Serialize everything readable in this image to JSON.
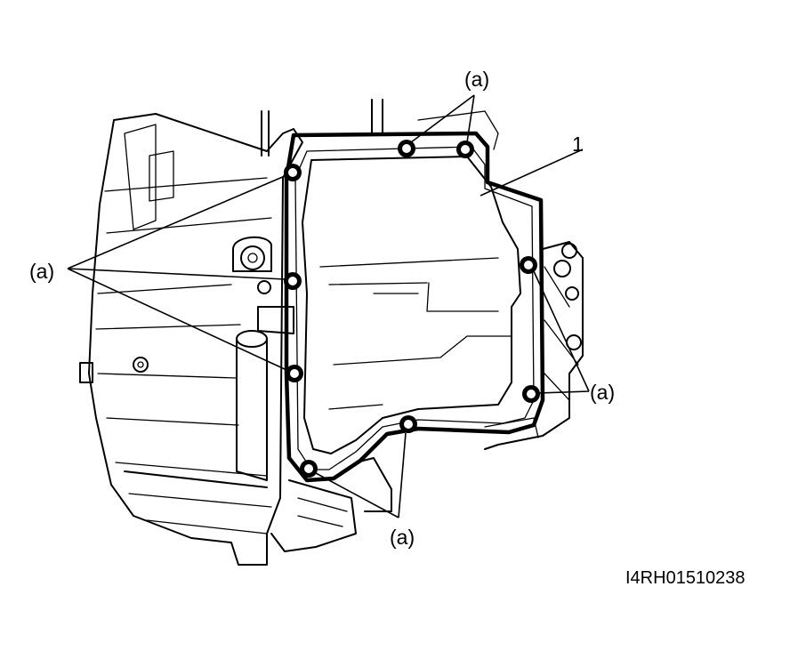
{
  "callouts": {
    "bolt_label": "(a)",
    "part_number": "1"
  },
  "figure_code": "I4RH01510238",
  "colors": {
    "ink": "#000000",
    "paper": "#ffffff"
  }
}
